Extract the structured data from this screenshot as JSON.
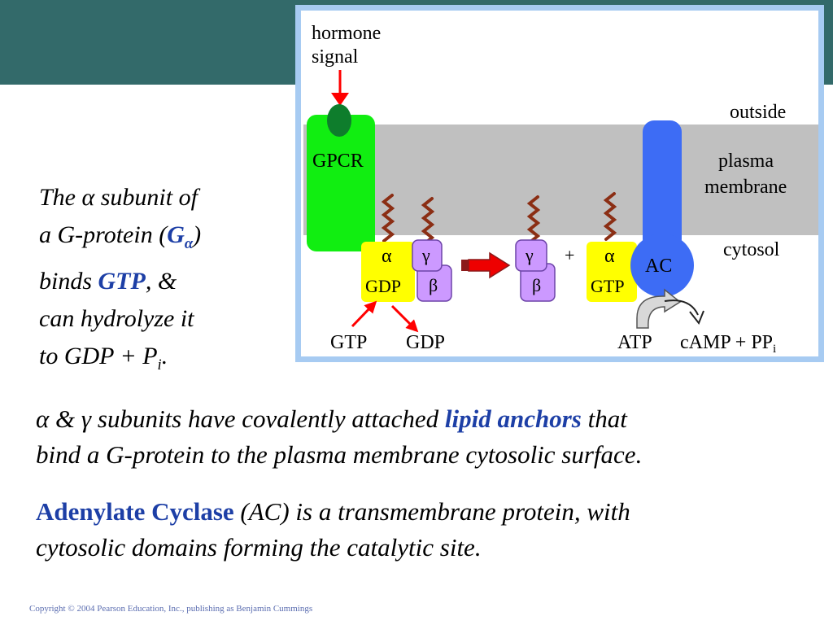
{
  "colors": {
    "accent": "#336a6a",
    "frame": "#a7cbf2",
    "membrane": "#c0c0c0",
    "gpcr": "#11ee11",
    "ac": "#3d6cf5",
    "alpha_subunit": "#ffff00",
    "beta_gamma_subunit": "#cc99ff",
    "lipid_anchor": "#8b2e14",
    "arrow_red": "#ff0000",
    "emphasis": "#1d3fa6"
  },
  "diagram": {
    "hormone_label_1": "hormone",
    "hormone_label_2": "signal",
    "outside": "outside",
    "plasma": "plasma",
    "membrane": "membrane",
    "cytosol": "cytosol",
    "gpcr": "GPCR",
    "alpha": "α",
    "gamma": "γ",
    "beta": "β",
    "gdp": "GDP",
    "gtp": "GTP",
    "plus": "+",
    "ac": "AC",
    "gtp_in": "GTP",
    "gdp_out": "GDP",
    "atp": "ATP",
    "camp": "cAMP + PP",
    "camp_sub": "i"
  },
  "left_text": {
    "line1_a": "The ",
    "line1_alpha": "α",
    "line1_b": " subunit of",
    "line2_a": "a G-protein (",
    "line2_g": "G",
    "line2_sub": "α",
    "line2_b": ")",
    "line3_a": "binds ",
    "line3_gtp": "GTP",
    "line3_b": ", &",
    "line4": "can hydrolyze it",
    "line5_a": "to GDP + P",
    "line5_sub": "i",
    "line5_b": "."
  },
  "para1": {
    "alpha": "α",
    "amp": " & ",
    "gamma": "γ",
    "text_a": " subunits have covalently attached ",
    "lipid": "lipid anchors",
    "text_b": " that",
    "line2": "bind a G-protein to the plasma membrane cytosolic surface."
  },
  "para2": {
    "ac": "Adenylate Cyclase",
    "text_a": " (AC) is a transmembrane protein, with",
    "line2": "cytosolic domains forming the catalytic site."
  },
  "copyright": "Copyright © 2004 Pearson Education, Inc., publishing as Benjamin Cummings"
}
